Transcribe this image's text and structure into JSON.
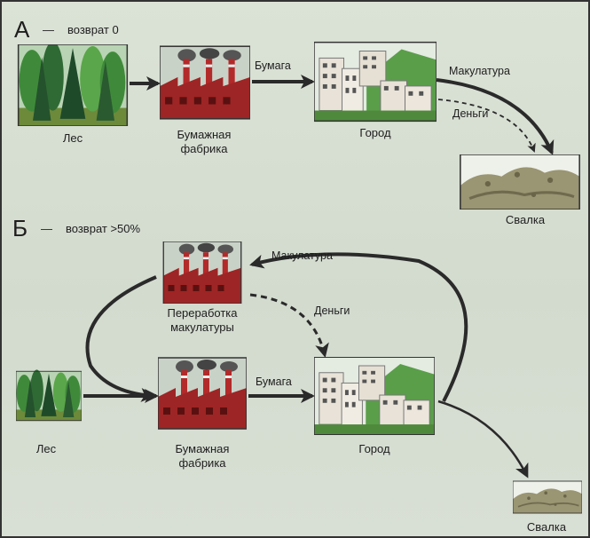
{
  "section_a": {
    "letter": "А",
    "dash": "—",
    "note": "возврат 0",
    "nodes": {
      "forest": "Лес",
      "paper_mill_line1": "Бумажная",
      "paper_mill_line2": "фабрика",
      "city": "Город",
      "landfill": "Свалка"
    },
    "edges": {
      "paper": "Бумага",
      "waste_paper": "Макулатура",
      "money": "Деньги"
    }
  },
  "section_b": {
    "letter": "Б",
    "dash": "—",
    "note": "возврат >50%",
    "nodes": {
      "recycling_line1": "Переработка",
      "recycling_line2": "макулатуры",
      "forest": "Лес",
      "paper_mill_line1": "Бумажная",
      "paper_mill_line2": "фабрика",
      "city": "Город",
      "landfill": "Свалка"
    },
    "edges": {
      "waste_paper": "Макулатура",
      "money": "Деньги",
      "paper": "Бумага"
    }
  }
}
